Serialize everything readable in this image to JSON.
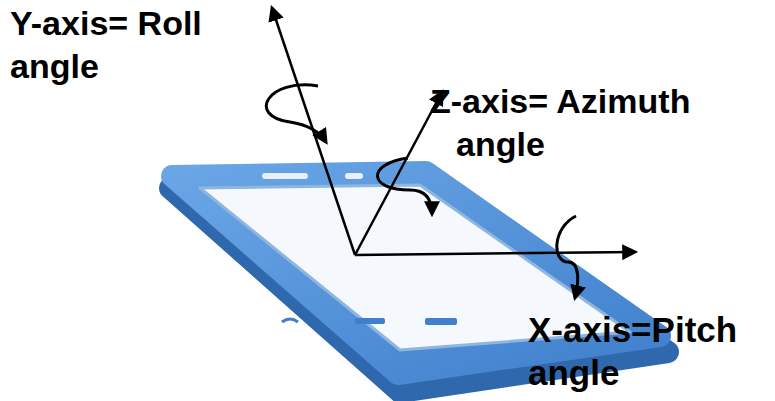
{
  "diagram": {
    "labels": [
      "Y-axis= Roll angle",
      "Z-axis= Azimuth angle",
      "X-axis=Pitch angle"
    ]
  }
}
